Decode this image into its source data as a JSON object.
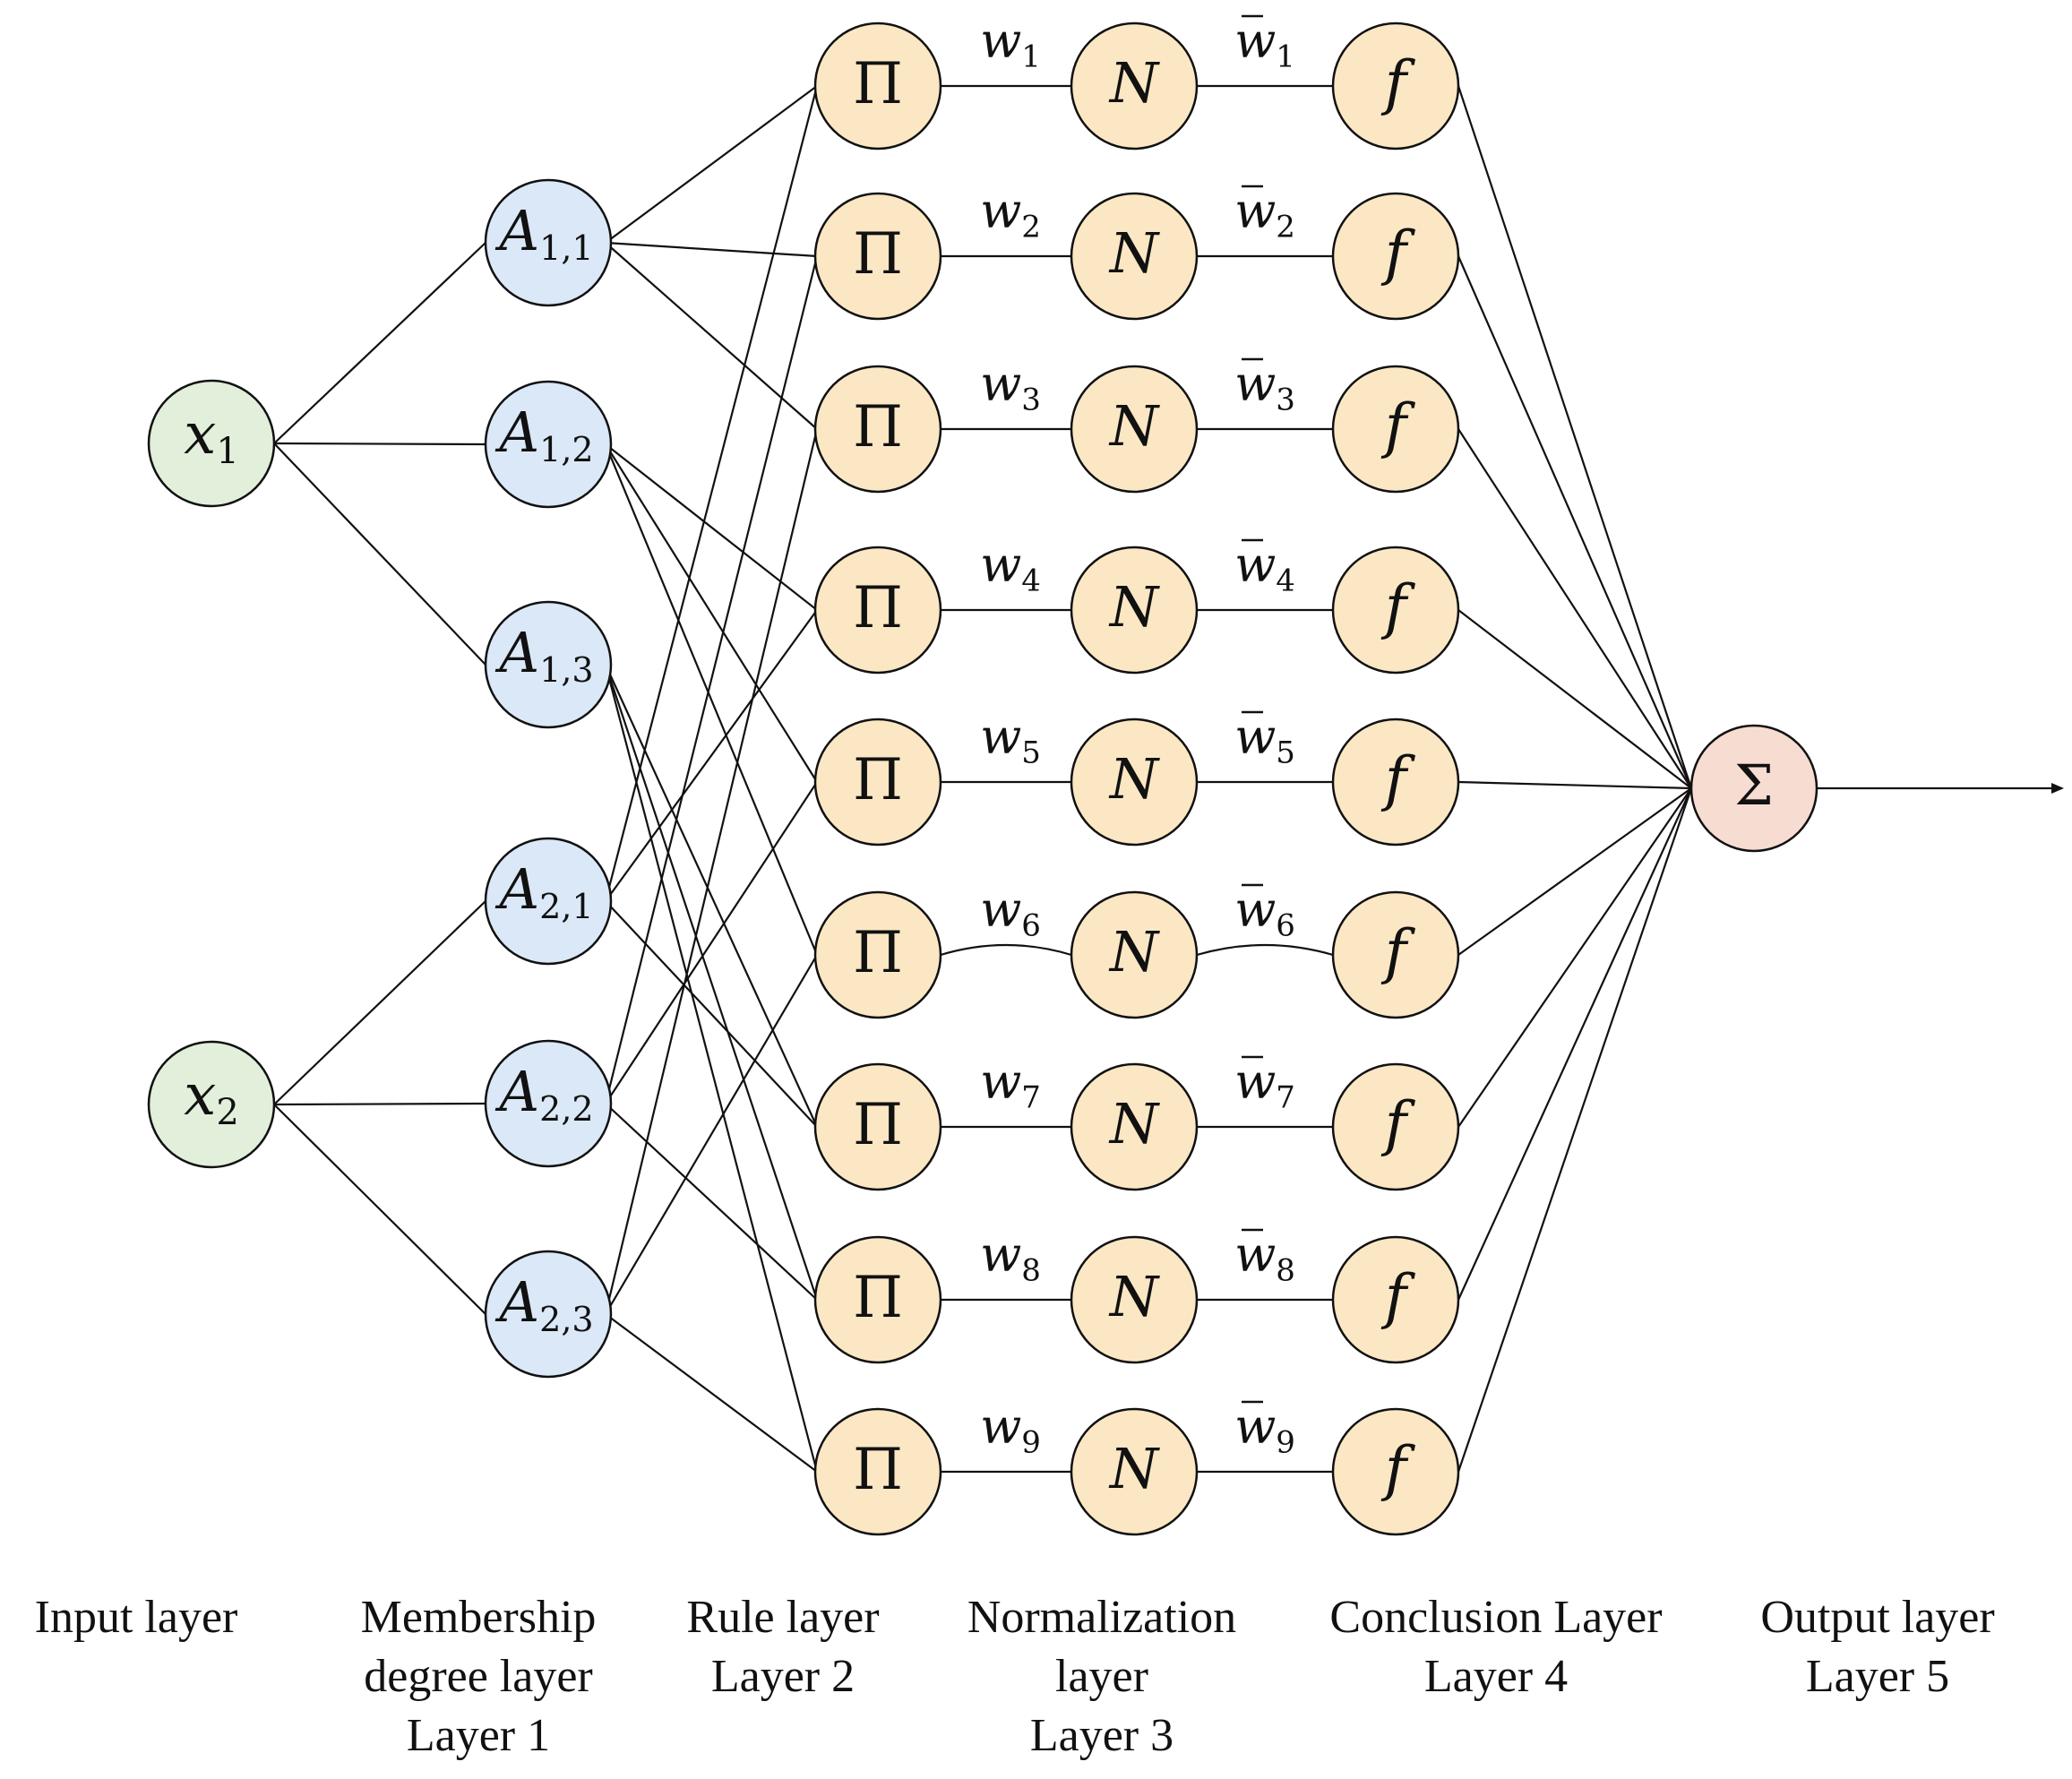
{
  "colors": {
    "input_fill": "#e2efda",
    "membership_fill": "#dae8f7",
    "rule_fill": "#fbe7c4",
    "output_fill": "#f7dcd2",
    "stroke": "#111111"
  },
  "input_layer": {
    "nodes": [
      {
        "symbol": "x",
        "sub": "1"
      },
      {
        "symbol": "x",
        "sub": "2"
      }
    ]
  },
  "membership_layer": {
    "nodes": [
      {
        "symbol": "A",
        "sub": "1,1"
      },
      {
        "symbol": "A",
        "sub": "1,2"
      },
      {
        "symbol": "A",
        "sub": "1,3"
      },
      {
        "symbol": "A",
        "sub": "2,1"
      },
      {
        "symbol": "A",
        "sub": "2,2"
      },
      {
        "symbol": "A",
        "sub": "2,3"
      }
    ]
  },
  "rule_layer": {
    "symbol": "Π",
    "weights": [
      {
        "symbol": "w",
        "sub": "1"
      },
      {
        "symbol": "w",
        "sub": "2"
      },
      {
        "symbol": "w",
        "sub": "3"
      },
      {
        "symbol": "w",
        "sub": "4"
      },
      {
        "symbol": "w",
        "sub": "5"
      },
      {
        "symbol": "w",
        "sub": "6"
      },
      {
        "symbol": "w",
        "sub": "7"
      },
      {
        "symbol": "w",
        "sub": "8"
      },
      {
        "symbol": "w",
        "sub": "9"
      }
    ],
    "rules": [
      {
        "rule": 1,
        "inputs": [
          "A1,1",
          "A2,1"
        ]
      },
      {
        "rule": 2,
        "inputs": [
          "A1,1",
          "A2,2"
        ]
      },
      {
        "rule": 3,
        "inputs": [
          "A1,1",
          "A2,3"
        ]
      },
      {
        "rule": 4,
        "inputs": [
          "A1,2",
          "A2,1"
        ]
      },
      {
        "rule": 5,
        "inputs": [
          "A1,2",
          "A2,2"
        ]
      },
      {
        "rule": 6,
        "inputs": [
          "A1,2",
          "A2,3"
        ]
      },
      {
        "rule": 7,
        "inputs": [
          "A1,3",
          "A2,1"
        ]
      },
      {
        "rule": 8,
        "inputs": [
          "A1,3",
          "A2,2"
        ]
      },
      {
        "rule": 9,
        "inputs": [
          "A1,3",
          "A2,3"
        ]
      }
    ]
  },
  "normalization_layer": {
    "symbol": "N",
    "weights": [
      {
        "symbol": "w",
        "sub": "1"
      },
      {
        "symbol": "w",
        "sub": "2"
      },
      {
        "symbol": "w",
        "sub": "3"
      },
      {
        "symbol": "w",
        "sub": "4"
      },
      {
        "symbol": "w",
        "sub": "5"
      },
      {
        "symbol": "w",
        "sub": "6"
      },
      {
        "symbol": "w",
        "sub": "7"
      },
      {
        "symbol": "w",
        "sub": "8"
      },
      {
        "symbol": "w",
        "sub": "9"
      }
    ]
  },
  "conclusion_layer": {
    "symbol": "f"
  },
  "output_layer": {
    "symbol": "Σ"
  },
  "layer_labels": [
    {
      "lines": [
        "Input layer"
      ]
    },
    {
      "lines": [
        "Membership",
        "degree layer",
        "Layer 1"
      ]
    },
    {
      "lines": [
        "Rule layer",
        "Layer 2"
      ]
    },
    {
      "lines": [
        "Normalization",
        "layer",
        "Layer 3"
      ]
    },
    {
      "lines": [
        "Conclusion Layer",
        "Layer 4"
      ]
    },
    {
      "lines": [
        "Output layer",
        "Layer 5"
      ]
    }
  ]
}
